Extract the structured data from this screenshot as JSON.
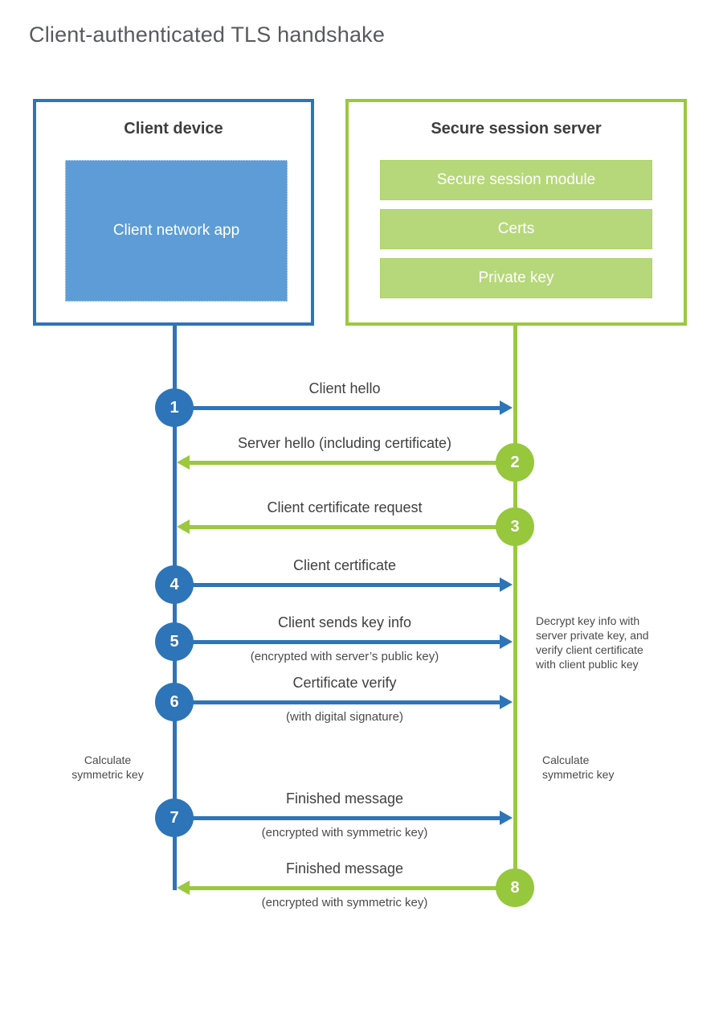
{
  "title": "Client-authenticated TLS handshake",
  "colors": {
    "blue": "#2e74b8",
    "blue_fill": "#5d9cd6",
    "green": "#9bc83e",
    "green_circle": "#96c73d",
    "green_fill": "#b6d87a",
    "text_dark": "#3d3d3d",
    "text_gray": "#4a4a4a"
  },
  "client": {
    "title": "Client device",
    "app_label": "Client network app"
  },
  "server": {
    "title": "Secure session server",
    "modules": [
      "Secure session module",
      "Certs",
      "Private key"
    ]
  },
  "steps": [
    {
      "num": "1",
      "from": "client",
      "label": "Client hello",
      "sub": ""
    },
    {
      "num": "2",
      "from": "server",
      "label": "Server hello (including certificate)",
      "sub": ""
    },
    {
      "num": "3",
      "from": "server",
      "label": "Client certificate request",
      "sub": ""
    },
    {
      "num": "4",
      "from": "client",
      "label": "Client certificate",
      "sub": ""
    },
    {
      "num": "5",
      "from": "client",
      "label": "Client sends key info",
      "sub": "(encrypted with server’s public key)"
    },
    {
      "num": "6",
      "from": "client",
      "label": "Certificate verify",
      "sub": "(with digital signature)"
    },
    {
      "num": "7",
      "from": "client",
      "label": "Finished message",
      "sub": "(encrypted with symmetric key)"
    },
    {
      "num": "8",
      "from": "server",
      "label": "Finished message",
      "sub": "(encrypted with symmetric key)"
    }
  ],
  "notes": {
    "decrypt": "Decrypt key info with server private key, and verify client certificate with client public key",
    "calc_left": "Calculate symmetric key",
    "calc_right": "Calculate symmetric key"
  }
}
